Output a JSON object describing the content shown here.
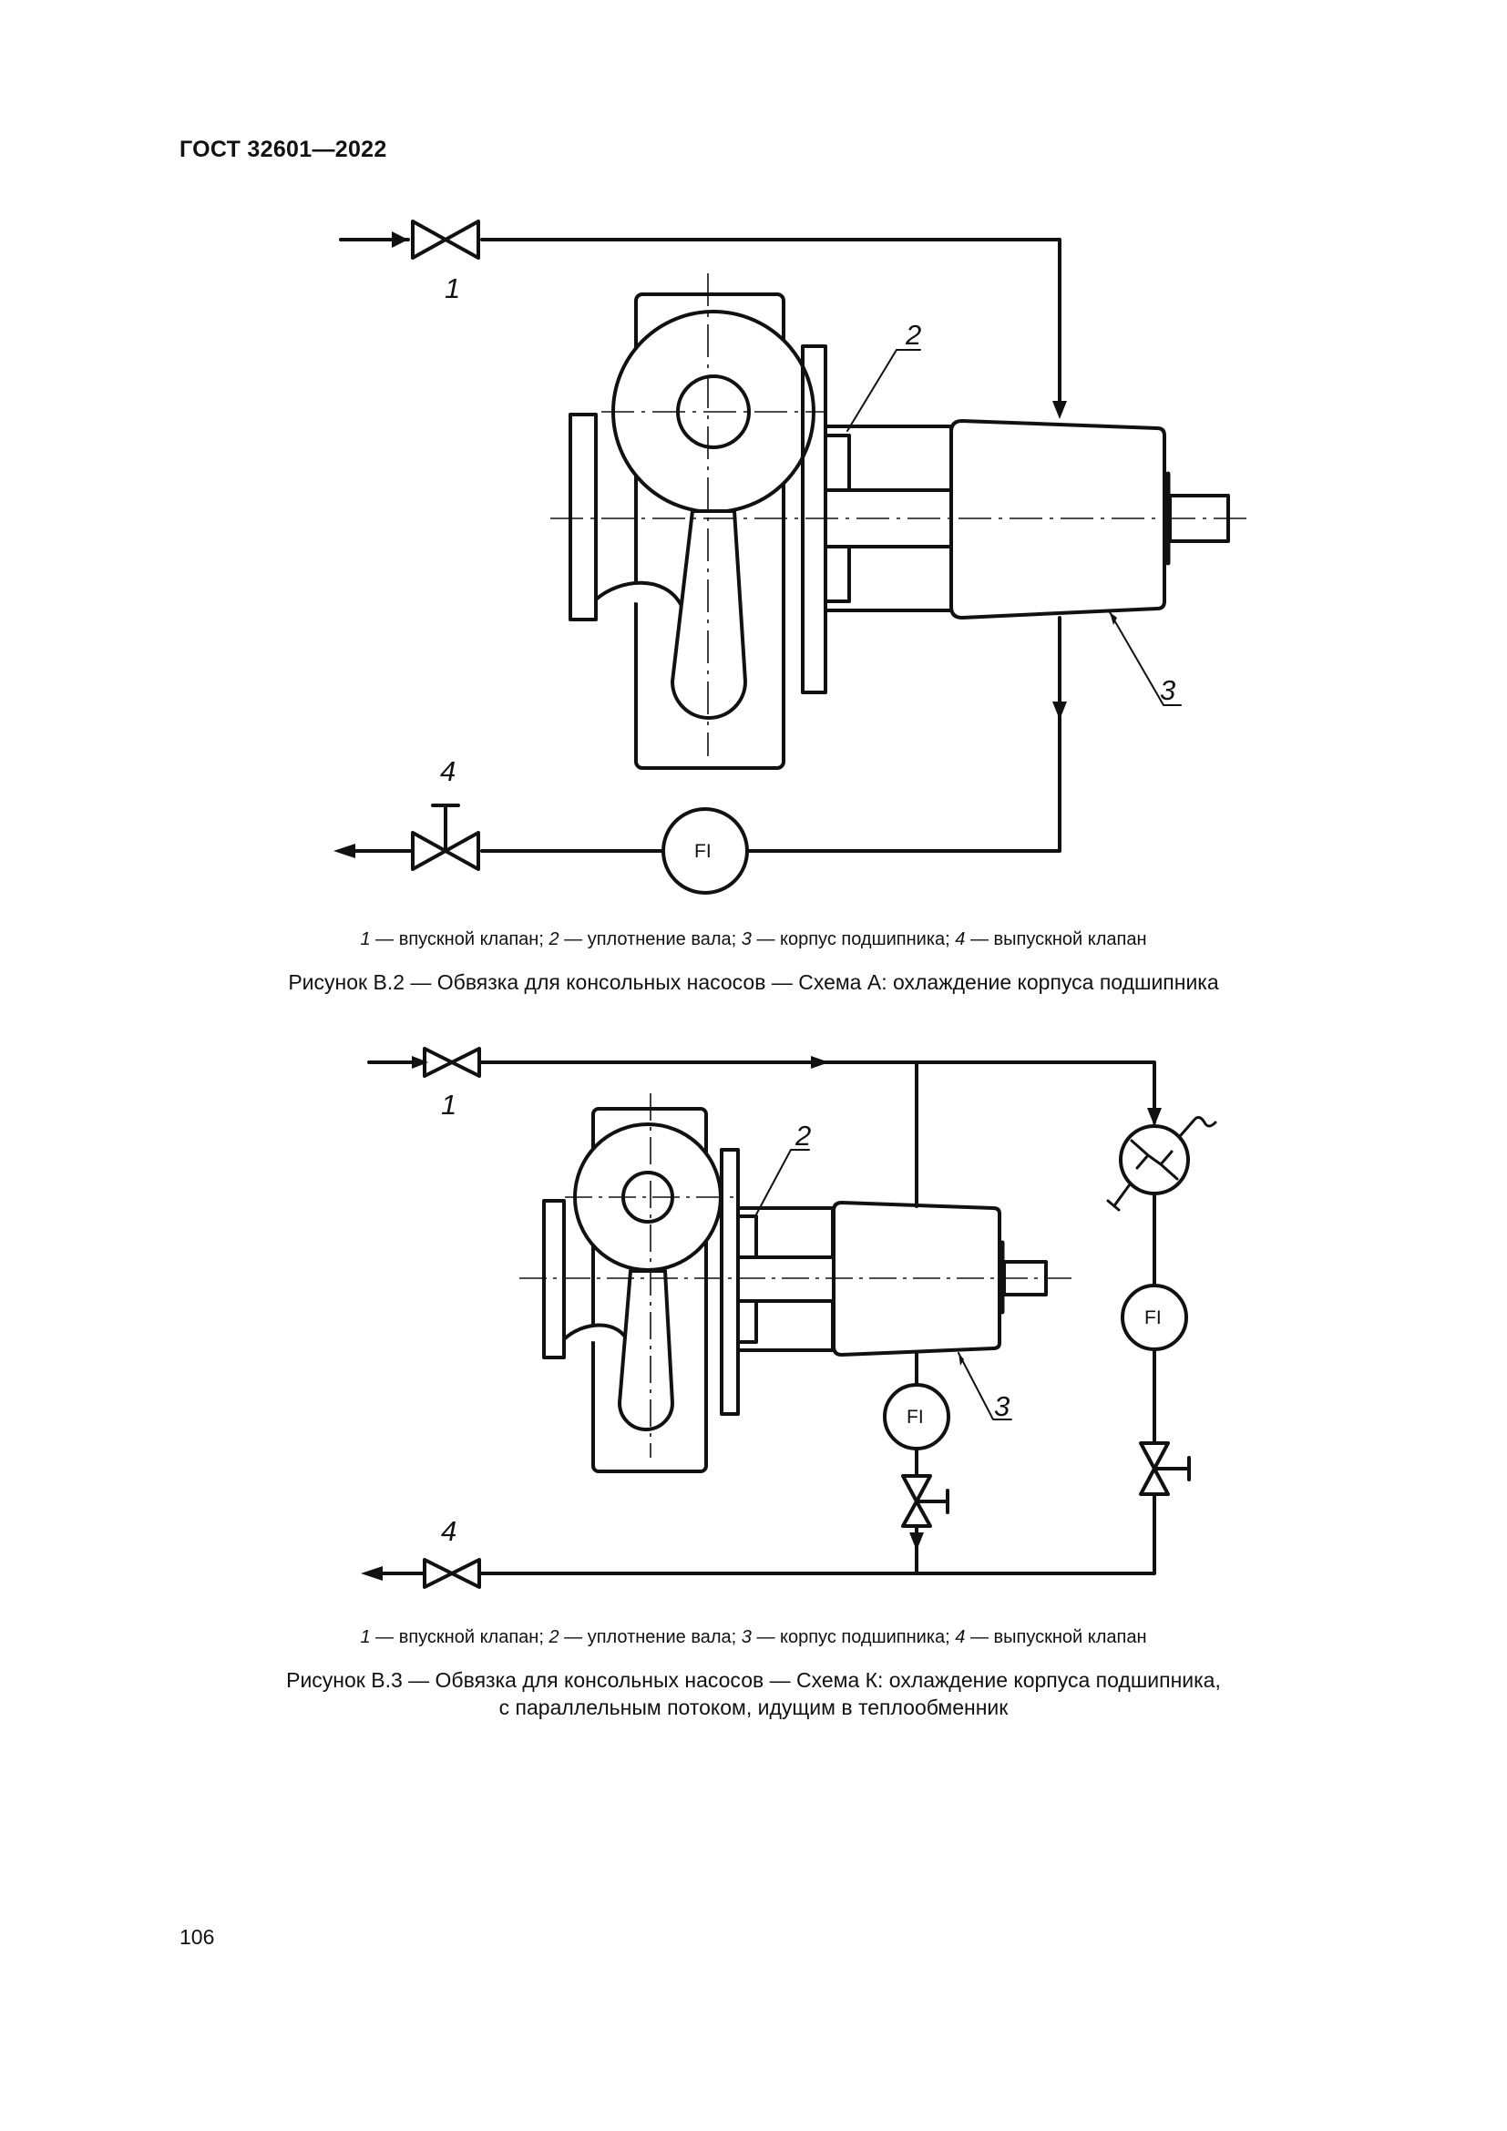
{
  "header": {
    "doc_id": "ГОСТ 32601—2022"
  },
  "figure_b2": {
    "callouts": {
      "c1": "1",
      "c2": "2",
      "c3": "3",
      "c4": "4"
    },
    "fi_label": "FI",
    "legend": {
      "n1": "1",
      "t1": " — впускной клапан; ",
      "n2": "2",
      "t2": " — уплотнение вала; ",
      "n3": "3",
      "t3": " — корпус подшипника; ",
      "n4": "4",
      "t4": " — выпускной клапан"
    },
    "caption": "Рисунок В.2 — Обвязка для консольных насосов — Схема А: охлаждение корпуса подшипника"
  },
  "figure_b3": {
    "callouts": {
      "c1": "1",
      "c2": "2",
      "c3": "3",
      "c4": "4"
    },
    "fi_label_1": "FI",
    "fi_label_2": "FI",
    "legend": {
      "n1": "1",
      "t1": " — впускной клапан; ",
      "n2": "2",
      "t2": " — уплотнение вала; ",
      "n3": "3",
      "t3": " — корпус подшипника; ",
      "n4": "4",
      "t4": " — выпускной клапан"
    },
    "caption_line1": "Рисунок В.3 — Обвязка для консольных насосов — Схема К: охлаждение корпуса подшипника,",
    "caption_line2": "с параллельным потоком, идущим в теплообменник"
  },
  "footer": {
    "page_number": "106"
  }
}
